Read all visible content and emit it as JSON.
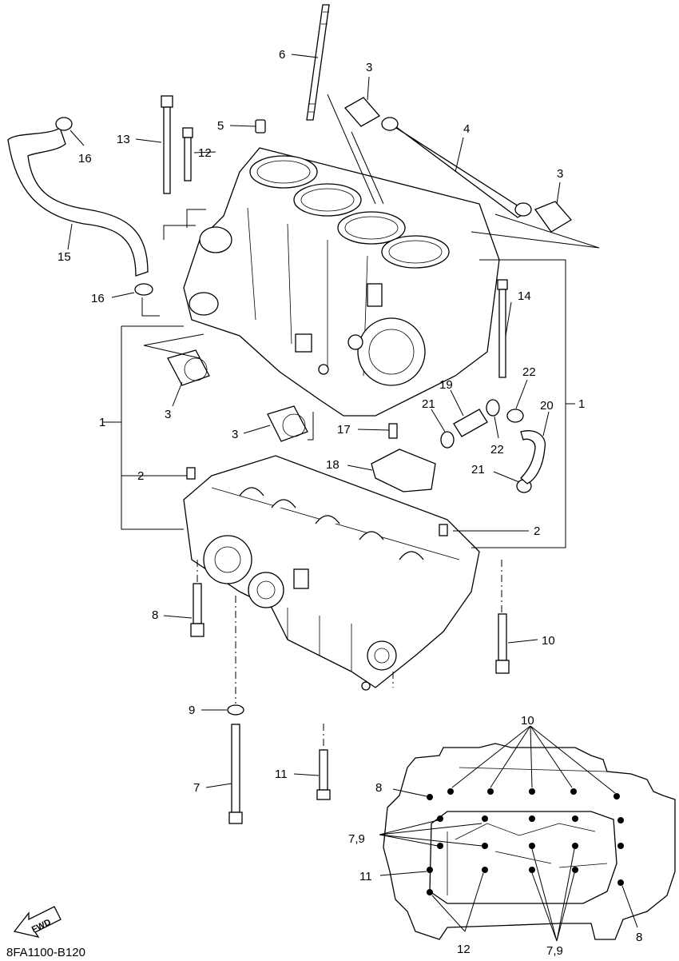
{
  "callouts": {
    "c1a": "1",
    "c1b": "1",
    "c2a": "2",
    "c2b": "2",
    "c3a": "3",
    "c3b": "3",
    "c3c": "3",
    "c3d": "3",
    "c4": "4",
    "c5": "5",
    "c6": "6",
    "c7": "7",
    "c8": "8",
    "c9": "9",
    "c10": "10",
    "c11": "11",
    "c12": "12",
    "c13": "13",
    "c14": "14",
    "c15": "15",
    "c16a": "16",
    "c16b": "16",
    "c17": "17",
    "c18": "18",
    "c19": "19",
    "c20": "20",
    "c21a": "21",
    "c21b": "21",
    "c22a": "22",
    "c22b": "22"
  },
  "inset": {
    "c10": "10",
    "c8a": "8",
    "c8b": "8",
    "c79a": "7,9",
    "c79b": "7,9",
    "c11": "11",
    "c12": "12"
  },
  "fwd_label": "FWD",
  "diagram_code": "8FA1100-B120"
}
